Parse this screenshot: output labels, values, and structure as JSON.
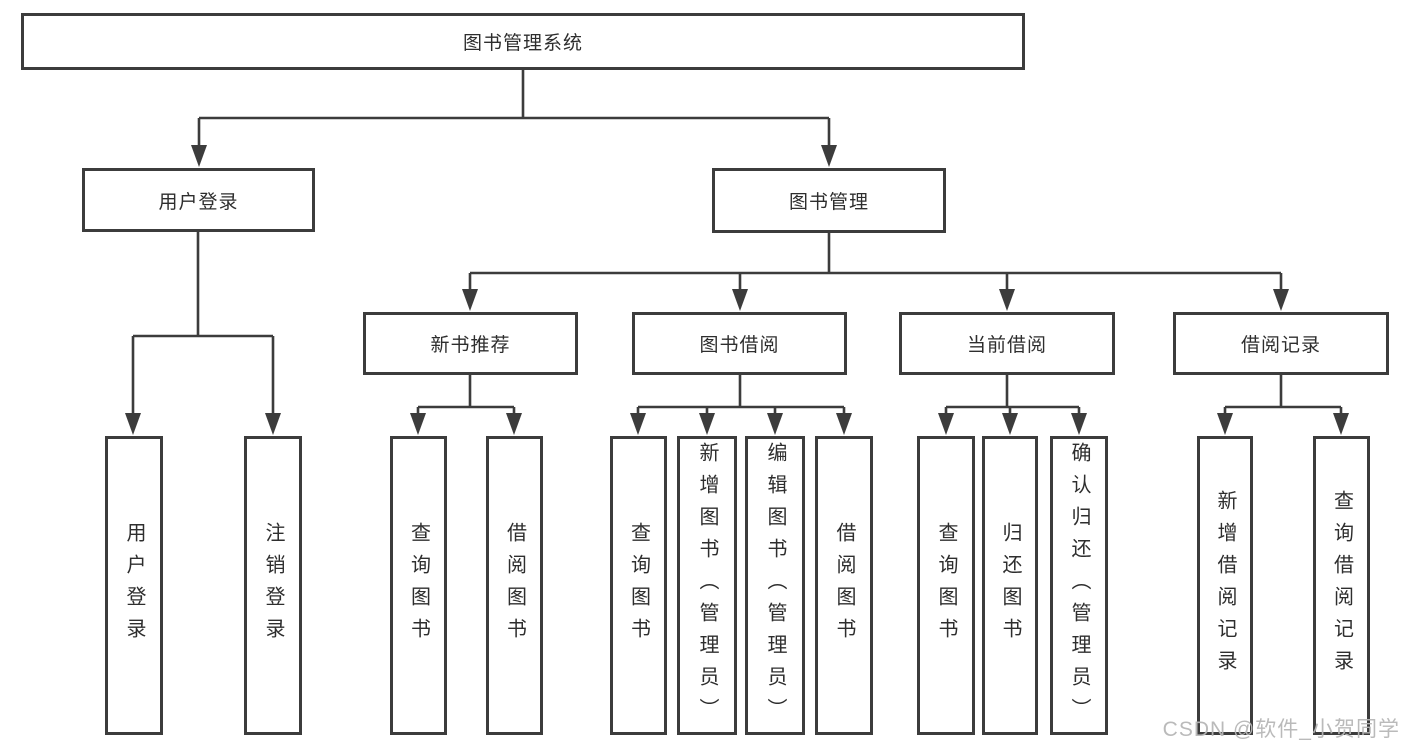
{
  "diagram_title": "图书管理系统",
  "tree": {
    "label": "图书管理系统",
    "children": [
      {
        "label": "用户登录",
        "children": [
          {
            "label": "用户登录"
          },
          {
            "label": "注销登录"
          }
        ]
      },
      {
        "label": "图书管理",
        "children": [
          {
            "label": "新书推荐",
            "children": [
              {
                "label": "查询图书"
              },
              {
                "label": "借阅图书"
              }
            ]
          },
          {
            "label": "图书借阅",
            "children": [
              {
                "label": "查询图书"
              },
              {
                "label": "新增图书（管理员）"
              },
              {
                "label": "编辑图书（管理员）"
              },
              {
                "label": "借阅图书"
              }
            ]
          },
          {
            "label": "当前借阅",
            "children": [
              {
                "label": "查询图书"
              },
              {
                "label": "归还图书"
              },
              {
                "label": "确认归还（管理员）"
              }
            ]
          },
          {
            "label": "借阅记录",
            "children": [
              {
                "label": "新增借阅记录"
              },
              {
                "label": "查询借阅记录"
              }
            ]
          }
        ]
      }
    ]
  },
  "watermark": {
    "text": "CSDN @软件_小贺同学"
  },
  "colors": {
    "line": "#3c3c3c",
    "text": "#2e2e2e",
    "background": "#ffffff",
    "watermark": "#b6b6b6"
  }
}
